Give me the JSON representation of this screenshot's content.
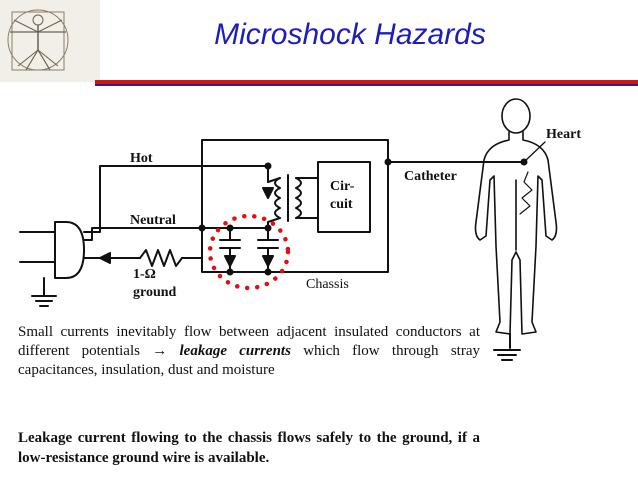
{
  "slide": {
    "title": "Microshock Hazards",
    "accent_colors": {
      "title": "#1d1db8",
      "rule_red": "#d41414",
      "rule_blue": "#2020a0",
      "dots": "#e01010"
    }
  },
  "diagram": {
    "labels": {
      "hot": "Hot",
      "neutral": "Neutral",
      "resistor_value": "1-Ω",
      "resistor_ground": "ground",
      "circuit_top": "Cir-",
      "circuit_bottom": "cuit",
      "chassis": "Chassis",
      "catheter": "Catheter",
      "heart": "Heart"
    },
    "logo": "vitruvian-man-drawing"
  },
  "text": {
    "p1_a": "Small currents inevitably flow between adjacent insulated conductors at different potentials ",
    "p1_arrow": "→",
    "p1_em": " leakage currents",
    "p1_b": " which flow through stray capacitances, insulation, dust and moisture",
    "p2": "Leakage current flowing to the chassis flows safely to the ground, if a low-resistance ground wire is available."
  }
}
